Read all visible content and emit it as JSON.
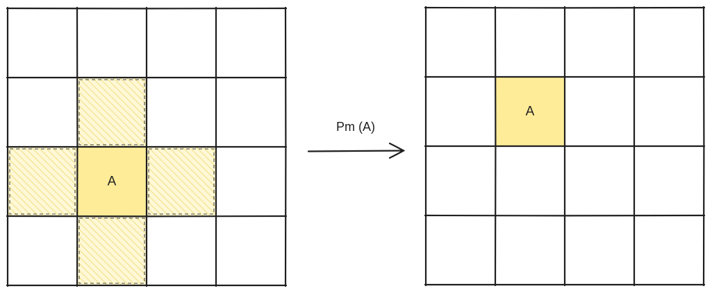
{
  "colors": {
    "stroke": "#1e1e1e",
    "fill_solid": "#ffec99",
    "fill_hatch": "#fff3bf",
    "hatch_line": "#f2e38a",
    "background": "#ffffff"
  },
  "left_grid": {
    "rows": 4,
    "cols": 4,
    "solid_cell": {
      "row": 2,
      "col": 1,
      "label": "A"
    },
    "hatched_cells": [
      {
        "row": 1,
        "col": 1
      },
      {
        "row": 2,
        "col": 0
      },
      {
        "row": 2,
        "col": 2
      },
      {
        "row": 3,
        "col": 1
      }
    ]
  },
  "arrow": {
    "label": "Pm (A)",
    "icon": "right-arrow-icon"
  },
  "right_grid": {
    "rows": 4,
    "cols": 4,
    "solid_cell": {
      "row": 1,
      "col": 1,
      "label": "A"
    },
    "hatched_cells": []
  }
}
